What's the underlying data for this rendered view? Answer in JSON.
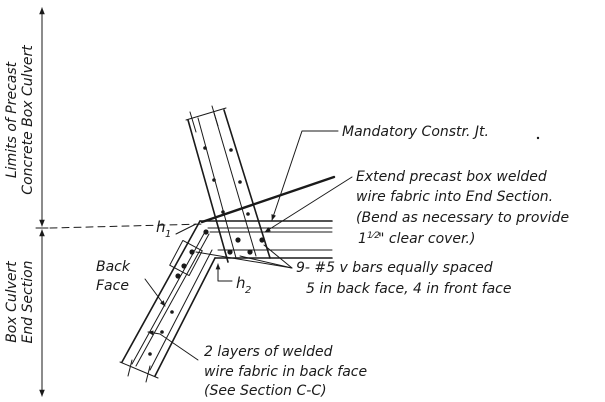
{
  "labels": {
    "limits_line1": "Limits of Precast",
    "limits_line2": "Concrete Box Culvert",
    "box_line1": "Box Culvert",
    "box_line2": "End Section",
    "mandatory_joint": "Mandatory Constr. Jt.",
    "extend_line1": "Extend precast box welded",
    "extend_line2": "wire fabric into End Section.",
    "extend_line3": "(Bend as necessary to provide",
    "extend_line4_a": "1",
    "extend_line4_frac": "1⁄2",
    "extend_line4_b": "\" clear cover.)",
    "h1_main": "h",
    "h1_sub": "1",
    "h2_main": "h",
    "h2_sub": "2",
    "back_face_line1": "Back",
    "back_face_line2": "Face",
    "bars_line1": "9- #5 v bars equally spaced",
    "bars_line2": "5 in back face, 4 in front face",
    "layers_line1": "2 layers of welded",
    "layers_line2": "wire fabric in back face",
    "layers_line3": "(See Section C-C)"
  }
}
